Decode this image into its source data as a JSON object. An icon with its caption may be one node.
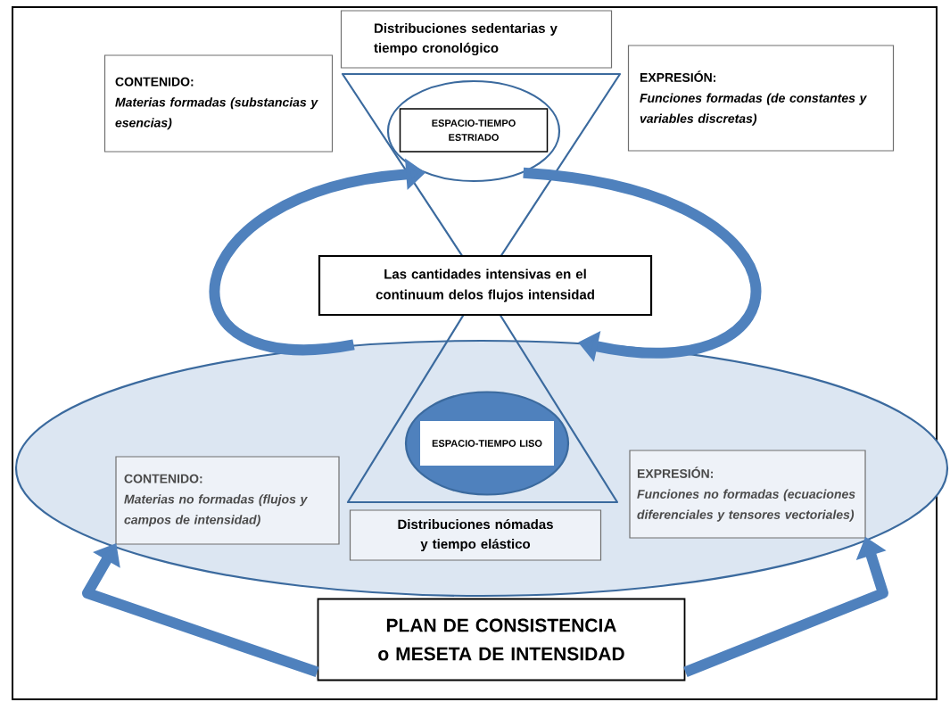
{
  "diagram": {
    "nodes": [
      {
        "text": [
          "Distribuciones sedentarias y tiempo cronológico"
        ]
      },
      {
        "text": [
          "CONTENIDO:",
          "Materias formadas (substancias y esencias)"
        ]
      },
      {
        "text": [
          "EXPRESIÓN:",
          "Funciones formadas (de constantes y variables discretas)"
        ]
      },
      {
        "text": [],
        "shape": "ellipse"
      },
      {
        "text": [
          "ESPACIO-TIEMPO ESTRIADO"
        ],
        "in": 3
      },
      {
        "text": [
          "Las cantidades intensivas en el continuum delos flujos intensidad"
        ]
      },
      {
        "text": [],
        "shape": "ellipse"
      },
      {
        "text": [],
        "shape": "ellipse",
        "in": 6
      },
      {
        "text": [
          "ESPACIO-TIEMPO LISO"
        ],
        "in": 7
      },
      {
        "text": [
          "CONTENIDO:",
          "Materias no formadas (flujos y campos de intensidad)"
        ],
        "in": 6
      },
      {
        "text": [
          "Distribuciones nómadas y tiempo elástico"
        ],
        "in": 6
      },
      {
        "text": [
          "EXPRESIÓN:",
          "Funciones no formadas (ecuaciones diferenciales y tensores vectoriales)"
        ],
        "in": 6
      },
      {
        "text": [
          "PLAN DE CONSISTENCIA o MESETA DE INTENSIDAD"
        ]
      }
    ],
    "edges": [
      {
        "from": 6,
        "to": 3,
        "arrow": "to"
      },
      {
        "from": 3,
        "to": 6,
        "arrow": "to"
      },
      {
        "from": 12,
        "to": 9,
        "arrow": "to"
      },
      {
        "from": 12,
        "to": 11,
        "arrow": "to"
      }
    ]
  }
}
